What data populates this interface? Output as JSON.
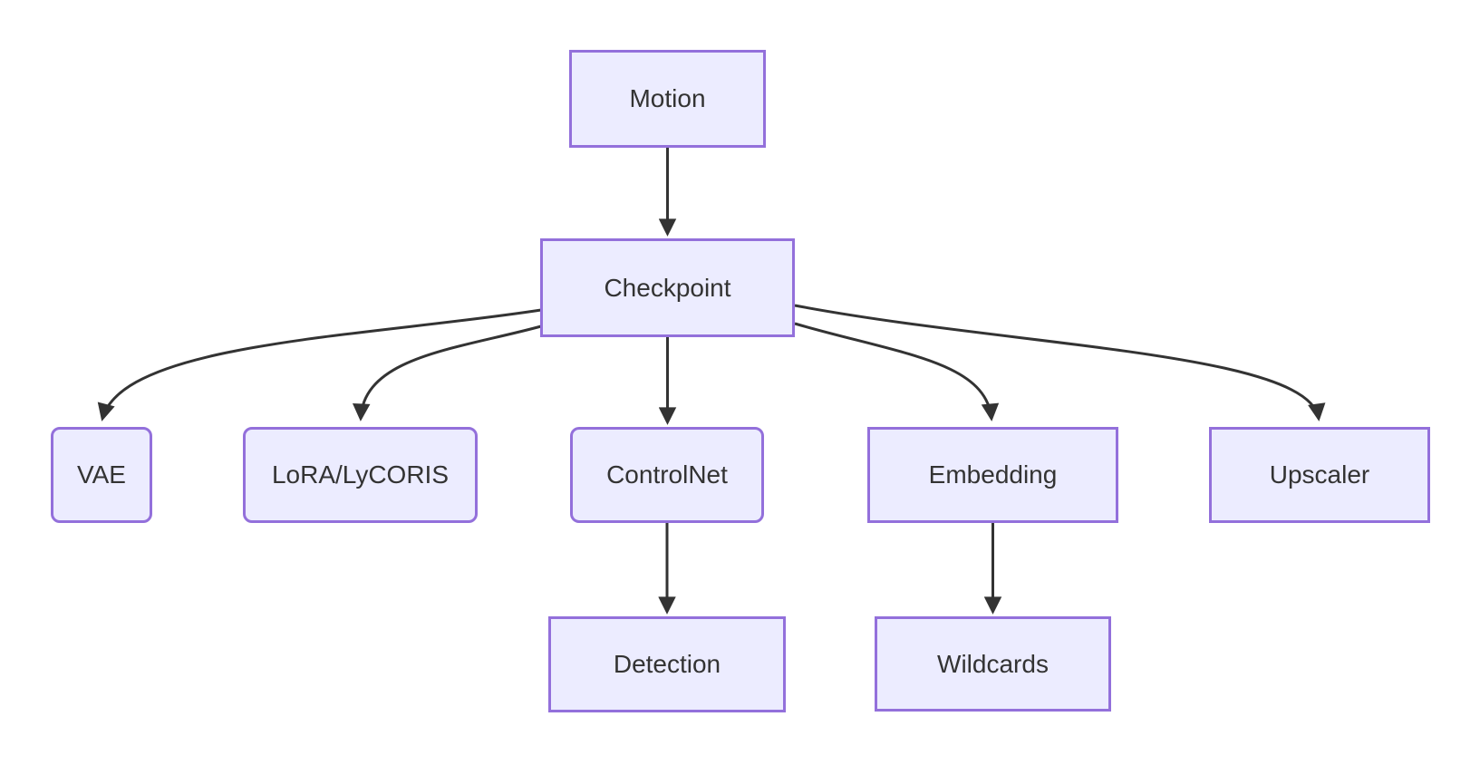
{
  "diagram": {
    "type": "flowchart",
    "direction": "top-to-bottom",
    "background": "#ffffff",
    "colors": {
      "node_fill": "#ECECFF",
      "node_border": "#9370DB",
      "text": "#333333",
      "edge": "#333333"
    },
    "nodes": [
      {
        "id": "motion",
        "label": "Motion",
        "shape": "rect"
      },
      {
        "id": "checkpoint",
        "label": "Checkpoint",
        "shape": "rect"
      },
      {
        "id": "vae",
        "label": "VAE",
        "shape": "rounded"
      },
      {
        "id": "lora",
        "label": "LoRA/LyCORIS",
        "shape": "rounded"
      },
      {
        "id": "controlnet",
        "label": "ControlNet",
        "shape": "rounded"
      },
      {
        "id": "embedding",
        "label": "Embedding",
        "shape": "rect"
      },
      {
        "id": "upscaler",
        "label": "Upscaler",
        "shape": "rect"
      },
      {
        "id": "detection",
        "label": "Detection",
        "shape": "rect"
      },
      {
        "id": "wildcards",
        "label": "Wildcards",
        "shape": "rect"
      }
    ],
    "edges": [
      {
        "from": "Motion",
        "to": "Checkpoint"
      },
      {
        "from": "Checkpoint",
        "to": "VAE"
      },
      {
        "from": "Checkpoint",
        "to": "LoRA/LyCORIS"
      },
      {
        "from": "Checkpoint",
        "to": "ControlNet"
      },
      {
        "from": "Checkpoint",
        "to": "Embedding"
      },
      {
        "from": "Checkpoint",
        "to": "Upscaler"
      },
      {
        "from": "ControlNet",
        "to": "Detection"
      },
      {
        "from": "Embedding",
        "to": "Wildcards"
      }
    ]
  }
}
